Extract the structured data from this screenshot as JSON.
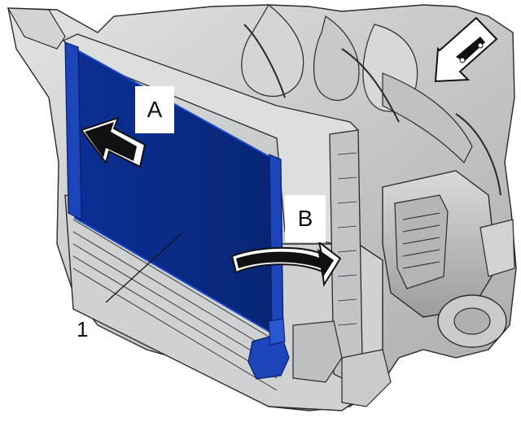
{
  "figure": {
    "step_labels": [
      {
        "id": "A",
        "text": "A"
      },
      {
        "id": "B",
        "text": "B"
      }
    ],
    "callouts": [
      {
        "number": "1",
        "part": "condenser"
      }
    ]
  },
  "colors": {
    "condenser_fill": "#0a2c8a",
    "condenser_edge": "#1847c8",
    "engine_gray": "#c9cbcd",
    "outline": "#2a2a2a",
    "arrow_fill": "#111111"
  },
  "icons": [
    "direction-of-travel-icon",
    "push-arrow-icon",
    "rotate-arrow-icon"
  ]
}
